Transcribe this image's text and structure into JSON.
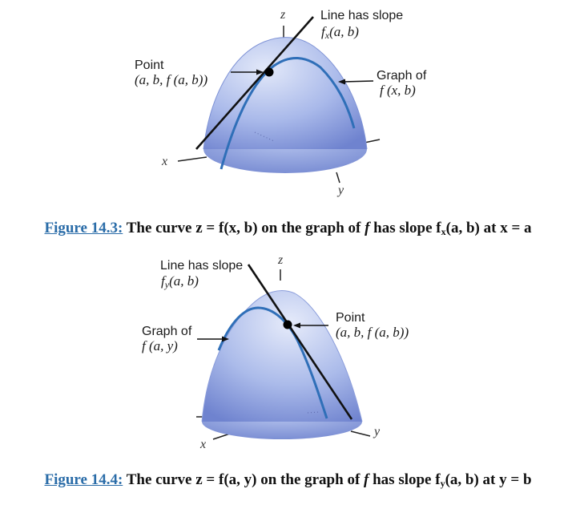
{
  "figure1": {
    "axis_z": "z",
    "axis_x": "x",
    "axis_y": "y",
    "slope_title": "Line has slope",
    "slope_expr_f": "f",
    "slope_expr_sub": "x",
    "slope_expr_args": "(a, b)",
    "point_title": "Point",
    "point_expr": "(a, b, f (a, b))",
    "graph_title": "Graph of",
    "graph_expr": "f (x, b)",
    "caption_link": "Figure 14.3:",
    "caption_pre": "The curve z = f(x, b) on the graph of",
    "caption_f": "f",
    "caption_mid": "has slope f",
    "caption_sub": "x",
    "caption_post": "(a, b) at x = a"
  },
  "figure2": {
    "axis_z": "z",
    "axis_x": "x",
    "axis_y": "y",
    "slope_title": "Line has slope",
    "slope_expr_f": "f",
    "slope_expr_sub": "y",
    "slope_expr_args": "(a, b)",
    "point_title": "Point",
    "point_expr": "(a, b, f (a, b))",
    "graph_title": "Graph of",
    "graph_expr": "f (a, y)",
    "caption_link": "Figure 14.4:",
    "caption_pre": "The curve z = f(a, y) on the graph of",
    "caption_f": "f",
    "caption_mid": "has slope f",
    "caption_sub": "y",
    "caption_post": "(a, b) at y = b"
  },
  "colors": {
    "surface_light": "#dfe6f8",
    "surface_mid": "#a9b9ea",
    "surface_dark": "#6d82cf",
    "curve": "#2f6fb8",
    "line": "#111111",
    "link": "#2a6ca8"
  }
}
